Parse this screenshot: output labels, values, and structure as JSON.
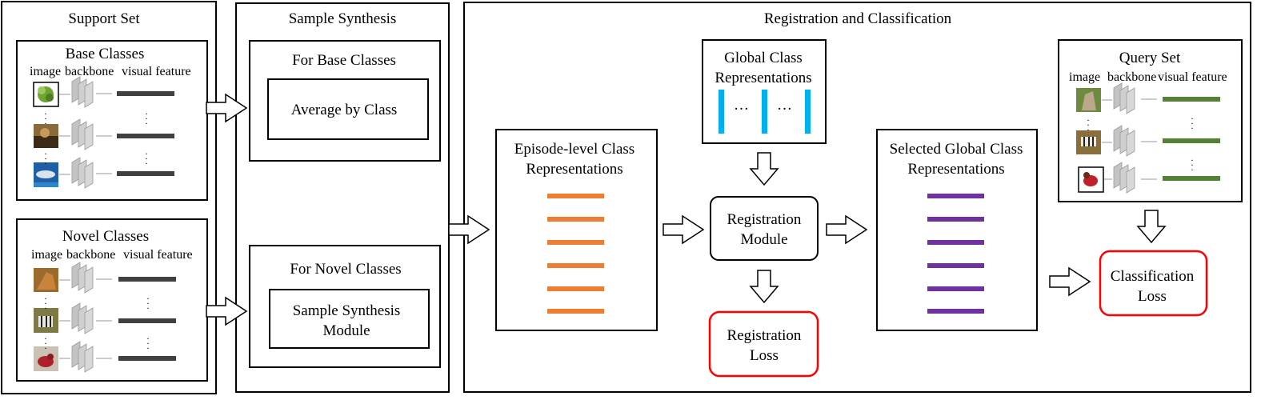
{
  "support_set": {
    "title": "Support Set",
    "base": {
      "title": "Base Classes",
      "col_image": "image",
      "col_backbone": "backbone",
      "col_feature": "visual feature"
    },
    "novel": {
      "title": "Novel Classes",
      "col_image": "image",
      "col_backbone": "backbone",
      "col_feature": "visual feature"
    }
  },
  "sample_synthesis": {
    "title": "Sample Synthesis",
    "base_title": "For Base Classes",
    "base_module": "Average by Class",
    "novel_title": "For Novel Classes",
    "novel_module": "Sample Synthesis Module"
  },
  "registration": {
    "title": "Registration and Classification",
    "episode_reps": "Episode-level Class Representations",
    "global_reps": "Global Class Representations",
    "global_ellipsis_1": "…",
    "global_ellipsis_2": "…",
    "registration_module": "Registration Module",
    "registration_loss": "Registration Loss",
    "selected_reps": "Selected Global Class Representations",
    "classification_loss": "Classification Loss",
    "query_set": {
      "title": "Query Set",
      "col_image": "image",
      "col_backbone": "backbone",
      "col_feature": "visual feature"
    }
  },
  "colors": {
    "episode_bar": "#ED7D31",
    "global_bar": "#00B0F0",
    "selected_bar": "#7030A0",
    "query_feature": "#548235",
    "support_feature": "#404040",
    "loss_border": "#FF0000",
    "backbone": "#BFBFBF"
  },
  "icons": [
    "feature-map-icon",
    "thumbnail-image-icon",
    "block-arrow-icon"
  ]
}
